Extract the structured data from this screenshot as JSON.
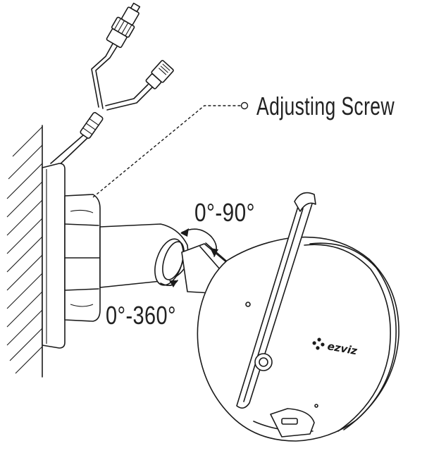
{
  "labels": {
    "adjusting_screw": "Adjusting Screw",
    "tilt_range": "0°-90°",
    "rotation_range": "0°-360°",
    "brand": "ezviz"
  }
}
